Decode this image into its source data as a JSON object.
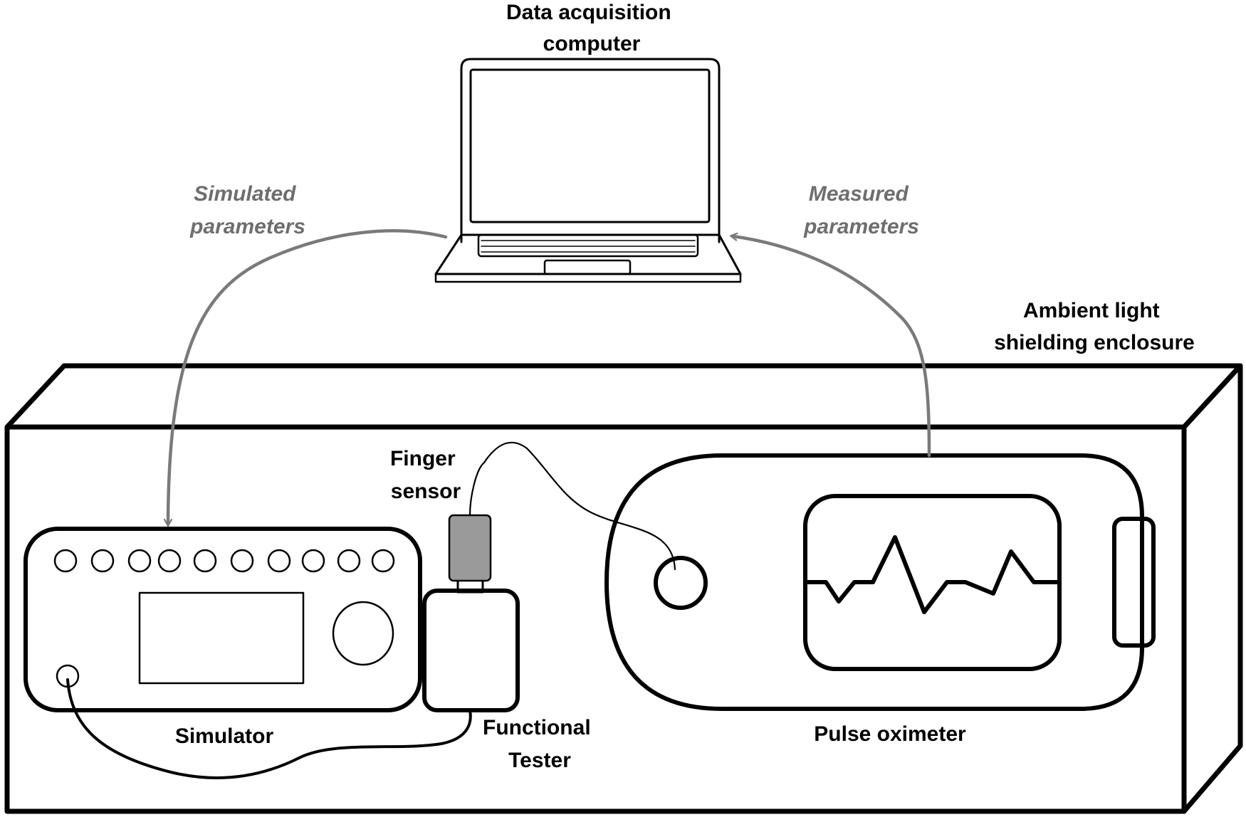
{
  "labels": {
    "computer_line1": "Data acquisition",
    "computer_line2": "computer",
    "simulated_line1": "Simulated",
    "simulated_line2": "parameters",
    "measured_line1": "Measured",
    "measured_line2": "parameters",
    "enclosure_line1": "Ambient light",
    "enclosure_line2": "shielding enclosure",
    "finger_line1": "Finger",
    "finger_line2": "sensor",
    "simulator": "Simulator",
    "tester_line1": "Functional",
    "tester_line2": "Tester",
    "oximeter": "Pulse oximeter"
  },
  "colors": {
    "line": "#000000",
    "flow_arrow": "#7a7a7a",
    "flow_text": "#6e6e6e",
    "sensor_fill": "#9a9a9a"
  }
}
